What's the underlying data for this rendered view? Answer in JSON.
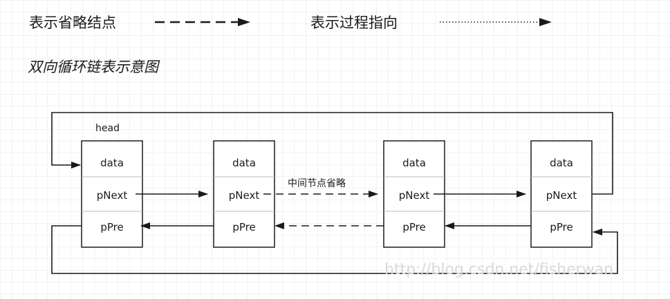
{
  "legend": {
    "omitted_nodes_label": "表示省略结点",
    "process_direction_label": "表示过程指向"
  },
  "title": "双向循环链表示意图",
  "head_label": "head",
  "omitted_middle_label": "中间节点省略",
  "watermark": "http://blog.csdn.net/fisherwan",
  "nodes": [
    {
      "data": "data",
      "next": "pNext",
      "prev": "pPre"
    },
    {
      "data": "data",
      "next": "pNext",
      "prev": "pPre"
    },
    {
      "data": "data",
      "next": "pNext",
      "prev": "pPre"
    },
    {
      "data": "data",
      "next": "pNext",
      "prev": "pPre"
    }
  ],
  "colors": {
    "grid": "#e6e6e6",
    "line": "#1a1a1a",
    "node_divider": "#bbbbbb",
    "watermark": "#d9d9d9"
  }
}
